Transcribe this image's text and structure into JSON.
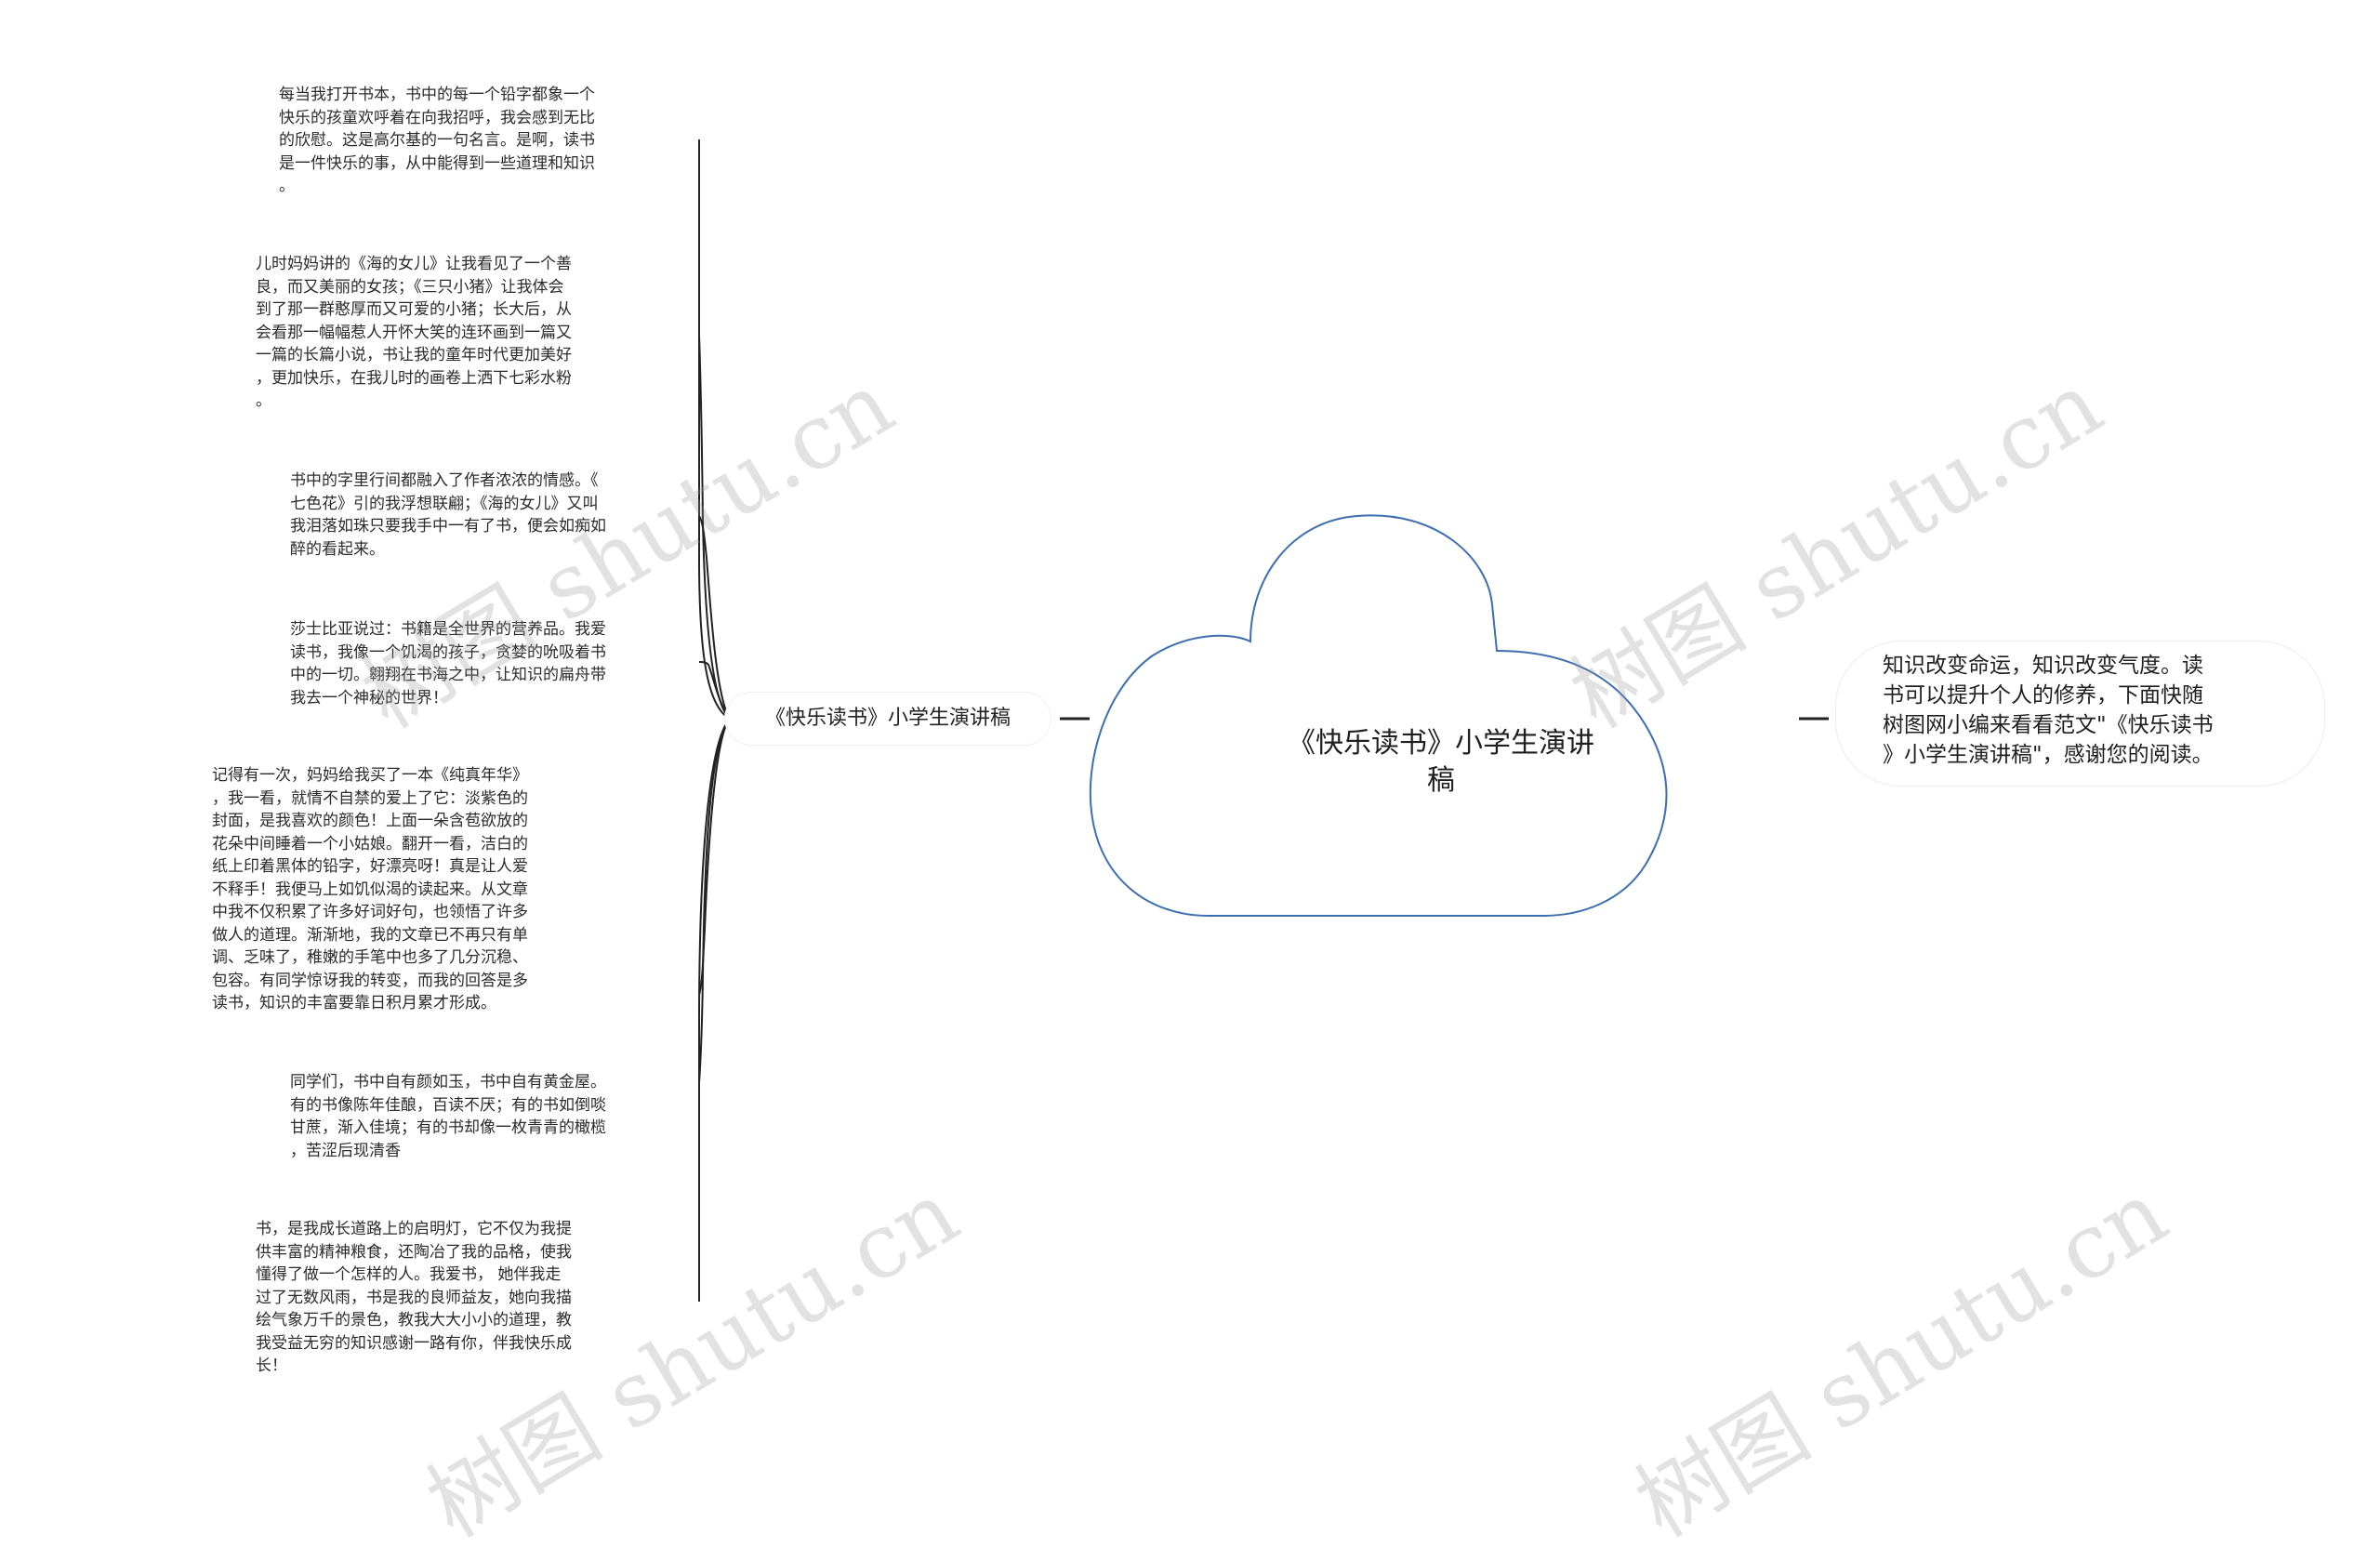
{
  "root": {
    "label": "《快乐读书》小学生演讲\n稿"
  },
  "branch": {
    "label": "《快乐读书》小学生演讲稿"
  },
  "leaves": [
    {
      "text": "每当我打开书本，书中的每一个铅字都象一个\n快乐的孩童欢呼着在向我招呼，我会感到无比\n的欣慰。这是高尔基的一句名言。是啊，读书\n是一件快乐的事，从中能得到一些道理和知识\n。"
    },
    {
      "text": "儿时妈妈讲的《海的女儿》让我看见了一个善\n良，而又美丽的女孩；《三只小猪》让我体会\n到了那一群憨厚而又可爱的小猪；长大后，从\n会看那一幅幅惹人开怀大笑的连环画到一篇又\n一篇的长篇小说，书让我的童年时代更加美好\n，更加快乐，在我儿时的画卷上洒下七彩水粉\n。"
    },
    {
      "text": "书中的字里行间都融入了作者浓浓的情感。《\n七色花》引的我浮想联翩；《海的女儿》又叫\n我泪落如珠只要我手中一有了书，便会如痴如\n醉的看起来。"
    },
    {
      "text": "莎士比亚说过：书籍是全世界的营养品。我爱\n读书，我像一个饥渴的孩子，贪婪的吮吸着书\n中的一切。翱翔在书海之中，让知识的扁舟带\n我去一个神秘的世界！"
    },
    {
      "text": "记得有一次，妈妈给我买了一本《纯真年华》\n，我一看，就情不自禁的爱上了它：淡紫色的\n封面，是我喜欢的颜色！上面一朵含苞欲放的\n花朵中间睡着一个小姑娘。翻开一看，洁白的\n纸上印着黑体的铅字，好漂亮呀！真是让人爱\n不释手！我便马上如饥似渴的读起来。从文章\n中我不仅积累了许多好词好句，也领悟了许多\n做人的道理。渐渐地，我的文章已不再只有单\n调、乏味了，稚嫩的手笔中也多了几分沉稳、\n包容。有同学惊讶我的转变，而我的回答是多\n读书，知识的丰富要靠日积月累才形成。"
    },
    {
      "text": "同学们，书中自有颜如玉，书中自有黄金屋。\n有的书像陈年佳酿，百读不厌；有的书如倒啖\n甘蔗，渐入佳境；有的书却像一枚青青的橄榄\n，苦涩后现清香"
    },
    {
      "text": "书，是我成长道路上的启明灯，它不仅为我提\n供丰富的精神粮食，还陶冶了我的品格，使我\n懂得了做一个怎样的人。我爱书， 她伴我走\n过了无数风雨，书是我的良师益友，她向我描\n绘气象万千的景色，教我大大小小的道理，教\n我受益无穷的知识感谢一路有你，伴我快乐成\n长！"
    }
  ],
  "right": {
    "text": "知识改变命运，知识改变气度。读\n书可以提升个人的修养，下面快随\n树图网小编来看看范文\"《快乐读书\n》小学生演讲稿\"，感谢您的阅读。"
  },
  "watermarks": [
    "树图 shutu.cn",
    "树图 shutu.cn",
    "树图 shutu.cn",
    "树图 shutu.cn"
  ],
  "colors": {
    "cloud_stroke": "#3d6fb0",
    "connector": "#222222"
  }
}
